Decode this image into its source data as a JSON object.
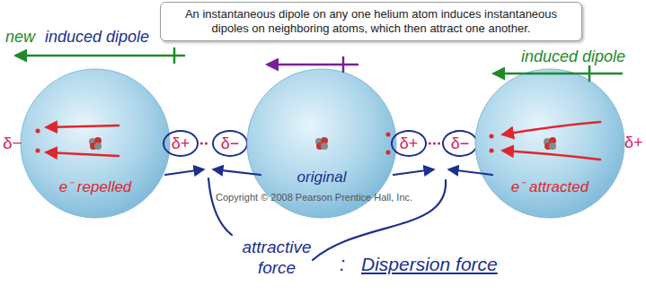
{
  "diagram": {
    "title": "An instantaneous dipole on any one helium atom induces instantaneous dipoles on neighboring atoms, which then attract one another.",
    "nodes": [
      {
        "text": [
          "e⁻ repelled"
        ]
      },
      {
        "text": [
          "δ+"
        ]
      },
      {
        "text": [
          "δ−"
        ]
      },
      {
        "text": [
          "original"
        ]
      },
      {
        "text": [
          "δ+"
        ]
      },
      {
        "text": [
          "δ−"
        ]
      },
      {
        "text": [
          "e⁻ attracted"
        ]
      }
    ],
    "edges": [
      {
        "from": 1,
        "to": 2,
        "arrow": "none"
      },
      {
        "from": 4,
        "to": 5,
        "arrow": "none"
      }
    ],
    "labels": [
      "new",
      "induced dipole",
      "induced dipole",
      "δ−",
      "δ+",
      "Copyright © 2008 Pearson Prentice Hall, Inc.",
      "attractive force",
      ":",
      "Dispersion force"
    ]
  }
}
